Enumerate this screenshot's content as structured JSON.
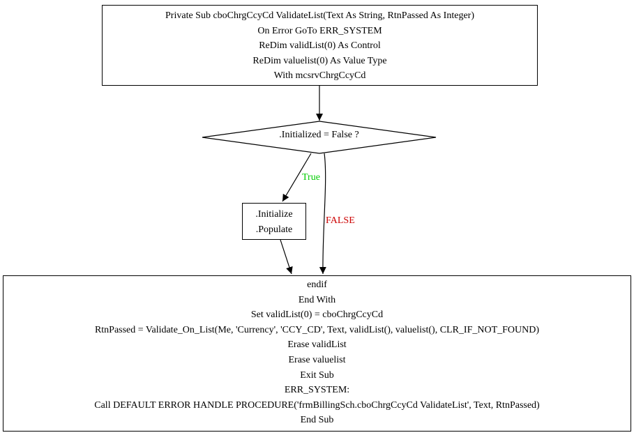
{
  "start_node": {
    "lines": [
      "Private Sub cboChrgCcyCd  ValidateList(Text As String, RtnPassed As Integer)",
      "On Error GoTo ERR_SYSTEM",
      "ReDim validList(0) As Control",
      "ReDim valuelist(0) As Value  Type",
      "With mcsrvChrgCcyCd"
    ]
  },
  "decision_node": {
    "label": ".Initialized = False  ?"
  },
  "init_node": {
    "lines": [
      ".Initialize",
      ".Populate"
    ]
  },
  "end_node": {
    "lines": [
      "endif",
      "End With",
      "Set validList(0) = cboChrgCcyCd",
      "RtnPassed = Validate_On_List(Me, 'Currency', 'CCY_CD', Text, validList(), valuelist(), CLR_IF_NOT_FOUND)",
      "Erase validList",
      "Erase valuelist",
      "Exit Sub",
      "ERR_SYSTEM:",
      "Call DEFAULT  ERROR  HANDLE  PROCEDURE('frmBillingSch.cboChrgCcyCd  ValidateList', Text, RtnPassed)",
      "End Sub"
    ]
  },
  "edges": {
    "true_label": "True",
    "false_label": "FALSE"
  },
  "colors": {
    "true_label": "#00cc00",
    "false_label": "#cc0000",
    "stroke": "#000000"
  }
}
